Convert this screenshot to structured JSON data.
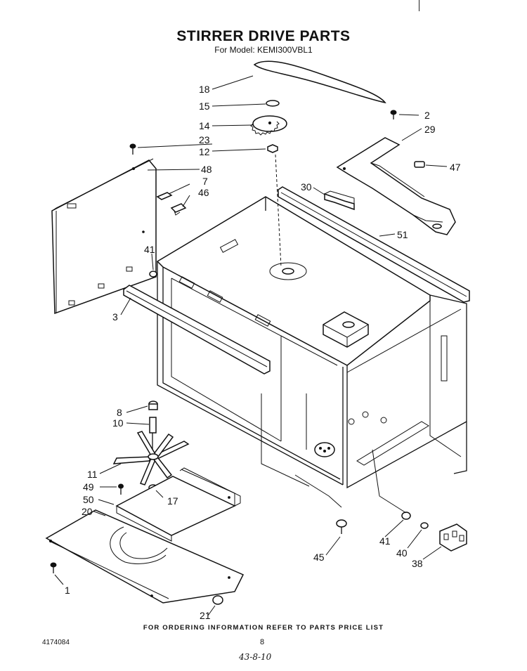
{
  "header": {
    "title": "STIRRER DRIVE PARTS",
    "subtitle": "For Model: KEMI300VBL1"
  },
  "callouts": [
    "18",
    "15",
    "14",
    "23",
    "12",
    "2",
    "29",
    "47",
    "48",
    "7",
    "46",
    "30",
    "51",
    "41",
    "3",
    "8",
    "10",
    "11",
    "49",
    "50",
    "20",
    "17",
    "41",
    "40",
    "38",
    "45",
    "1",
    "21"
  ],
  "footer": {
    "ordering_note": "FOR ORDERING INFORMATION REFER TO PARTS PRICE LIST",
    "doc_number": "4174084",
    "page_number": "8",
    "handwritten_note": "43-8-10"
  }
}
